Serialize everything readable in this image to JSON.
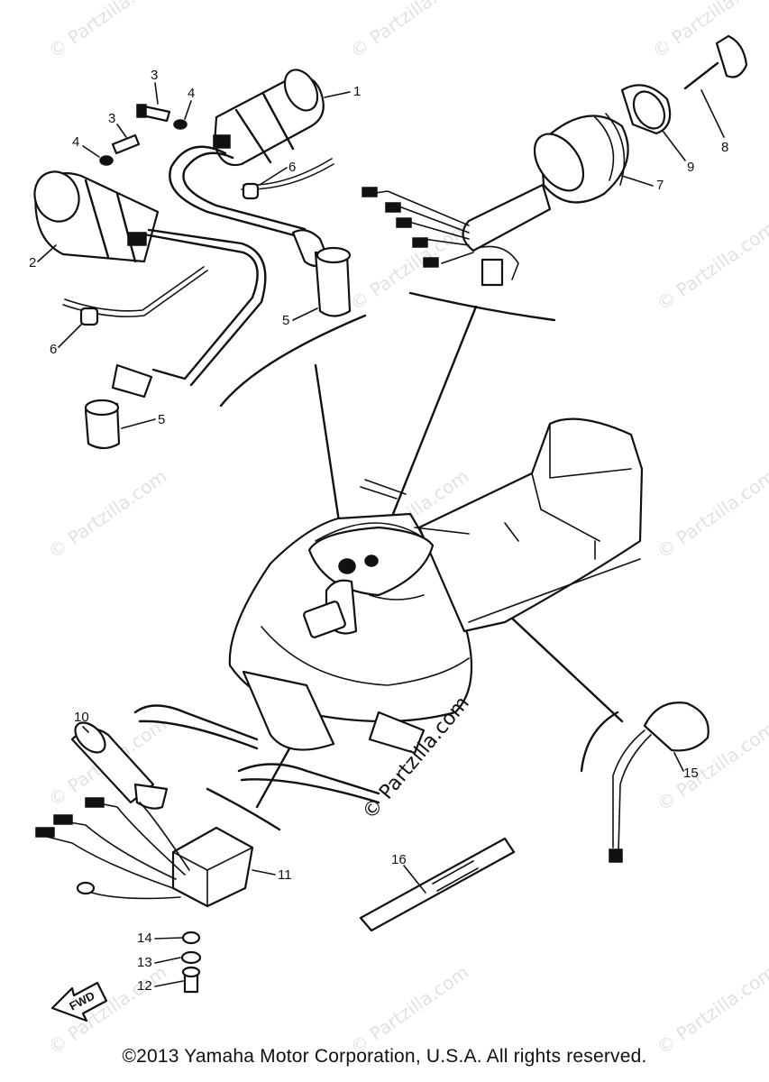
{
  "watermark": {
    "text": "© Partzilla.com"
  },
  "callouts": [
    "1",
    "2",
    "3",
    "3",
    "4",
    "4",
    "5",
    "5",
    "6",
    "6",
    "7",
    "8",
    "9",
    "10",
    "11",
    "12",
    "13",
    "14",
    "15",
    "16"
  ],
  "fwd_label": "FWD",
  "footer": {
    "copyright": "©2013 Yamaha Motor Corporation, U.S.A. All rights reserved."
  }
}
